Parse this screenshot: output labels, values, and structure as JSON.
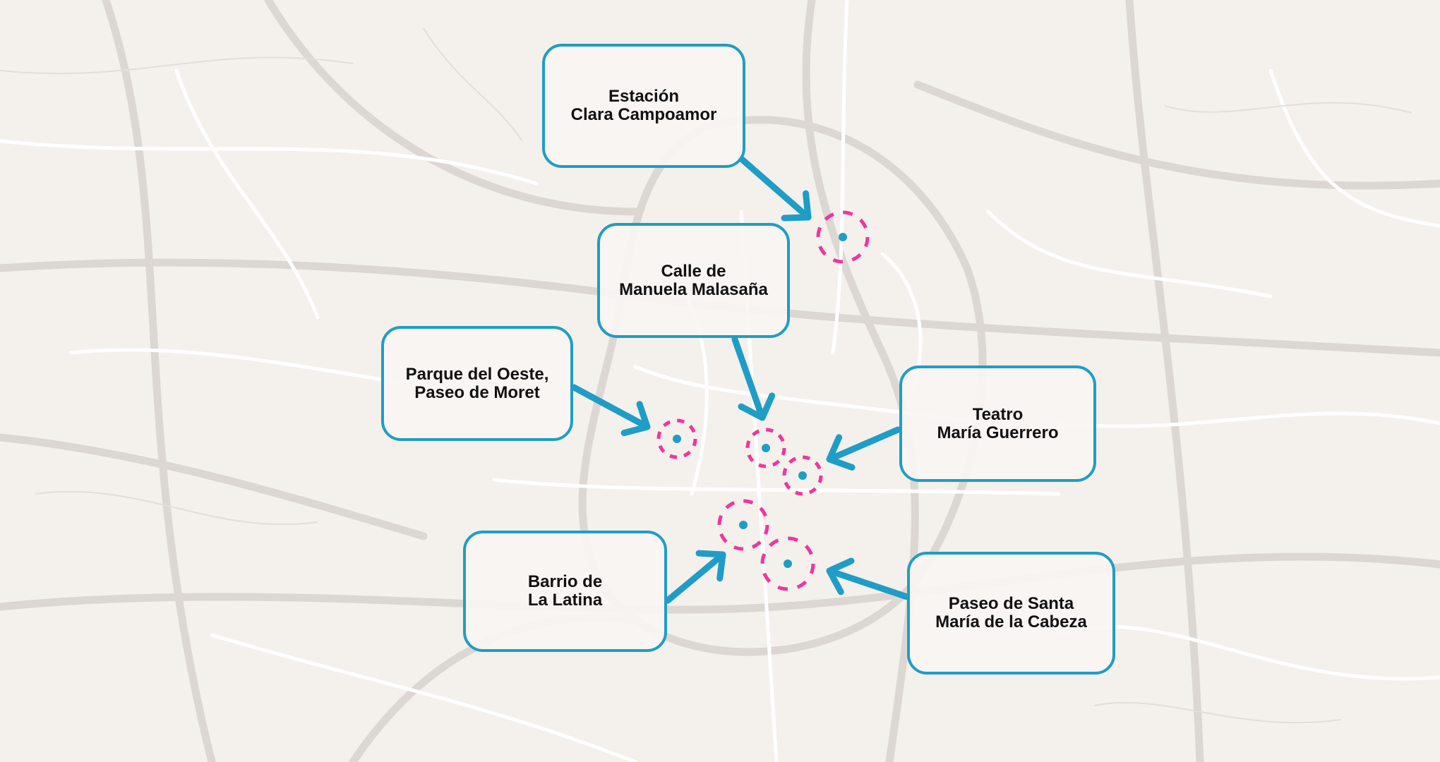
{
  "colors": {
    "accent": "#1f9dc6",
    "marker": "#f0359e",
    "background": "#f4f0ec"
  },
  "locations": [
    {
      "id": "estacion",
      "line1": "Estación",
      "line2": "Clara Campoamor"
    },
    {
      "id": "malasana",
      "line1": "Calle de",
      "line2": "Manuela Malasaña"
    },
    {
      "id": "parque",
      "line1": "Parque del Oeste,",
      "line2": "Paseo de Moret"
    },
    {
      "id": "teatro",
      "line1": "Teatro",
      "line2": "María Guerrero"
    },
    {
      "id": "latina",
      "line1": "Barrio de",
      "line2": "La Latina"
    },
    {
      "id": "paseo",
      "line1": "Paseo de Santa",
      "line2": "María de la Cabeza"
    }
  ]
}
